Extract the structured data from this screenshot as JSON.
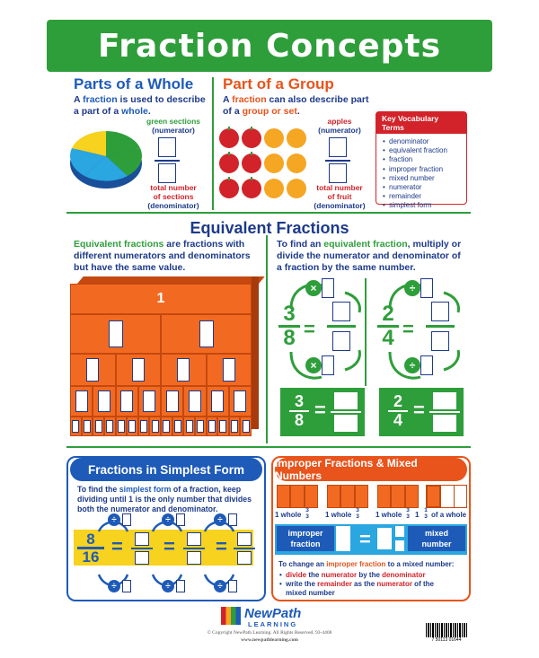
{
  "header": {
    "title": "Fraction Concepts"
  },
  "parts_of_whole": {
    "title": "Parts of a Whole",
    "desc_1": "A ",
    "desc_fraction": "fraction",
    "desc_2": " is used to describe",
    "desc_3": "a part of a ",
    "desc_whole": "whole",
    "desc_4": ".",
    "top_label_1": "green sections",
    "top_label_2": "(numerator)",
    "bottom_label_1": "total number",
    "bottom_label_2": "of sections",
    "bottom_label_3": "(denominator)"
  },
  "part_of_group": {
    "title": "Part of a Group",
    "desc_1": "A ",
    "desc_fraction": "fraction",
    "desc_2": " can also describe part",
    "desc_3": "of a ",
    "desc_group": "group or set",
    "desc_4": ".",
    "top_label_1": "apples",
    "top_label_2": "(numerator)",
    "bottom_label_1": "total number",
    "bottom_label_2": "of fruit",
    "bottom_label_3": "(denominator)"
  },
  "vocab": {
    "title": "Key Vocabulary Terms",
    "items": [
      "denominator",
      "equivalent fraction",
      "fraction",
      "improper fraction",
      "mixed number",
      "numerator",
      "remainder",
      "simplest form"
    ]
  },
  "equivalent": {
    "title": "Equivalent Fractions",
    "left_1": "Equivalent fractions",
    "left_2": " are fractions with",
    "left_3": "different numerators and denominators",
    "left_4": "but have the same value.",
    "right_1": "To find an ",
    "right_2": "equivalent fraction",
    "right_3": ", multiply or",
    "right_4": "divide the numerator and denominator of",
    "right_5": "a fraction by the same number.",
    "bar_top": "1",
    "mult_num": "3",
    "mult_den": "8",
    "div_num": "2",
    "div_den": "4",
    "times_sign": "×",
    "divide_sign": "÷",
    "equals_sign": "="
  },
  "simplest": {
    "title": "Fractions in Simplest Form",
    "desc_1": "To find the ",
    "desc_2": "simplest form",
    "desc_3": " of a fraction, keep",
    "desc_4": "dividing until 1 is the only number that divides",
    "desc_5": "both the numerator and denominator.",
    "num": "8",
    "den": "16"
  },
  "improper": {
    "title": "Improper Fractions & Mixed Numbers",
    "whole_label": "1 whole",
    "of_a_whole": "of a whole",
    "thirds_num": "3",
    "thirds_den": "3",
    "one_third_lead": "1",
    "one_third_num": "1",
    "one_third_den": "3",
    "improper_pill_1": "improper",
    "improper_pill_2": "fraction",
    "mixed_pill_1": "mixed",
    "mixed_pill_2": "number",
    "change_1": "To change an ",
    "change_2": "improper fraction",
    "change_3": " to a mixed number:",
    "b1_1": "divide",
    "b1_2": " the ",
    "b1_3": "numerator",
    "b1_4": " by the ",
    "b1_5": "denominator",
    "b2_1": "write the ",
    "b2_2": "remainder",
    "b2_3": " as the ",
    "b2_4": "numerator",
    "b2_5": " of the",
    "b2_6": "mixed number"
  },
  "footer": {
    "logo_1": "NewPath",
    "logo_2": "LEARNING",
    "copyright": "© Copyright NewPath Learning. All Rights Reserved. 93-4408",
    "url": "www.newpathlearning.com",
    "barcode_num": "7 50113 01644"
  },
  "colors": {
    "green": "#2e9e3a",
    "blue": "#1e5bb8",
    "orange": "#e8541c",
    "red": "#d2232a",
    "navy": "#1d3a8a"
  }
}
